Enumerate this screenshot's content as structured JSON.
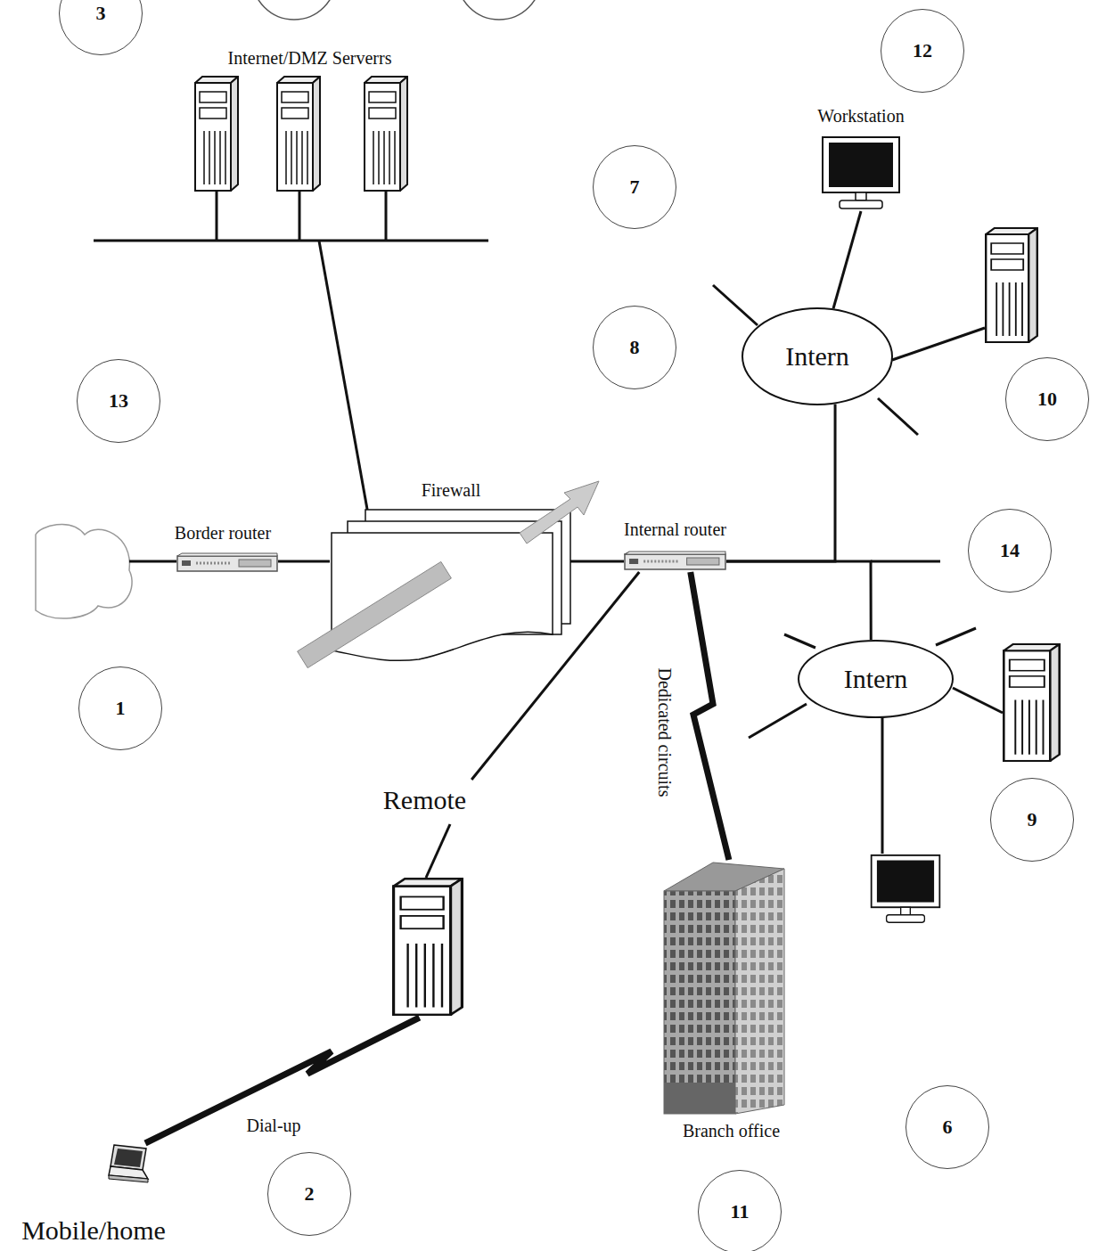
{
  "diagram": {
    "nodes": [
      {
        "text": [
          "3"
        ]
      },
      {
        "text": [
          "Internet/DMZ Serverrs"
        ]
      },
      {
        "text": [
          "12"
        ]
      },
      {
        "text": [
          "Workstation"
        ]
      },
      {
        "text": [
          "7"
        ]
      },
      {
        "text": [
          "8"
        ]
      },
      {
        "text": [
          "Intern"
        ]
      },
      {
        "text": [
          "13"
        ]
      },
      {
        "text": [
          "10"
        ]
      },
      {
        "text": [
          "Firewall"
        ]
      },
      {
        "text": [
          "Border router"
        ]
      },
      {
        "text": [
          "Internal router"
        ]
      },
      {
        "text": [
          "14"
        ]
      },
      {
        "text": [
          "Intern"
        ]
      },
      {
        "text": [
          "1"
        ]
      },
      {
        "text": [
          "Remote"
        ]
      },
      {
        "text": [
          "9"
        ]
      },
      {
        "text": [
          "Branch office"
        ]
      },
      {
        "text": [
          "6"
        ]
      },
      {
        "text": [
          "Mobile/home"
        ]
      },
      {
        "text": [
          "2"
        ]
      },
      {
        "text": [
          "11"
        ]
      }
    ],
    "edges": [
      {
        "from": 10,
        "to": 9,
        "arrow": "none"
      },
      {
        "from": 1,
        "to": 9,
        "arrow": "none"
      },
      {
        "from": 9,
        "to": 11,
        "arrow": "none"
      },
      {
        "from": 11,
        "to": 6,
        "arrow": "none"
      },
      {
        "from": 11,
        "to": 13,
        "arrow": "none"
      },
      {
        "from": 11,
        "to": 15,
        "arrow": "none"
      },
      {
        "from": 3,
        "to": 6,
        "arrow": "none"
      },
      {
        "from": 11,
        "to": 17,
        "label": "Dedicated circuits",
        "arrow": "none"
      },
      {
        "from": 15,
        "to": 19,
        "label": "Dial-up",
        "arrow": "none"
      }
    ]
  }
}
